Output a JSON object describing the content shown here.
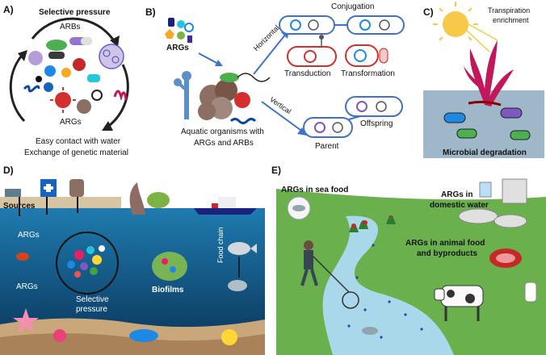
{
  "panels": {
    "a": {
      "label": "A)",
      "title": "Selective pressure",
      "arbs": "ARBs",
      "args": "ARGs",
      "caption_line1": "Easy contact with water",
      "caption_line2": "Exchange of genetic material"
    },
    "b": {
      "label": "B)",
      "args": "ARGs",
      "horizontal": "Horizontal",
      "vertical": "Vertical",
      "conjugation": "Conjugation",
      "transduction": "Transduction",
      "transformation": "Transformation",
      "offspring": "Offspring",
      "parent": "Parent",
      "caption_line1": "Aquatic organisms with",
      "caption_line2": "ARGs and ARBs"
    },
    "c": {
      "label": "C)",
      "transpiration_line1": "Transpiration",
      "transpiration_line2": "enrichment",
      "microbial": "Microbial degradation"
    },
    "d": {
      "label": "D)",
      "sources": "Sources",
      "args_top": "ARGs",
      "args_bottom": "ARGs",
      "selective_line1": "Selective",
      "selective_line2": "pressure",
      "biofilms": "Biofilms",
      "food_chain": "Food chain"
    },
    "e": {
      "label": "E)",
      "sea_food": "ARGs in sea food",
      "domestic_line1": "ARGs in",
      "domestic_line2": "domestic water",
      "animal_line1": "ARGs in animal food",
      "animal_line2": "and byproducts"
    }
  },
  "colors": {
    "bacteria_green": "#4caf50",
    "virus_red": "#d32f2f",
    "plasmid_blue": "#1e88e5",
    "ocean_deep": "#0d3f66",
    "ocean_light": "#1f7bb0",
    "grass": "#6ab04c",
    "river": "#a8d8ea",
    "seaweed": "#c2185b"
  }
}
